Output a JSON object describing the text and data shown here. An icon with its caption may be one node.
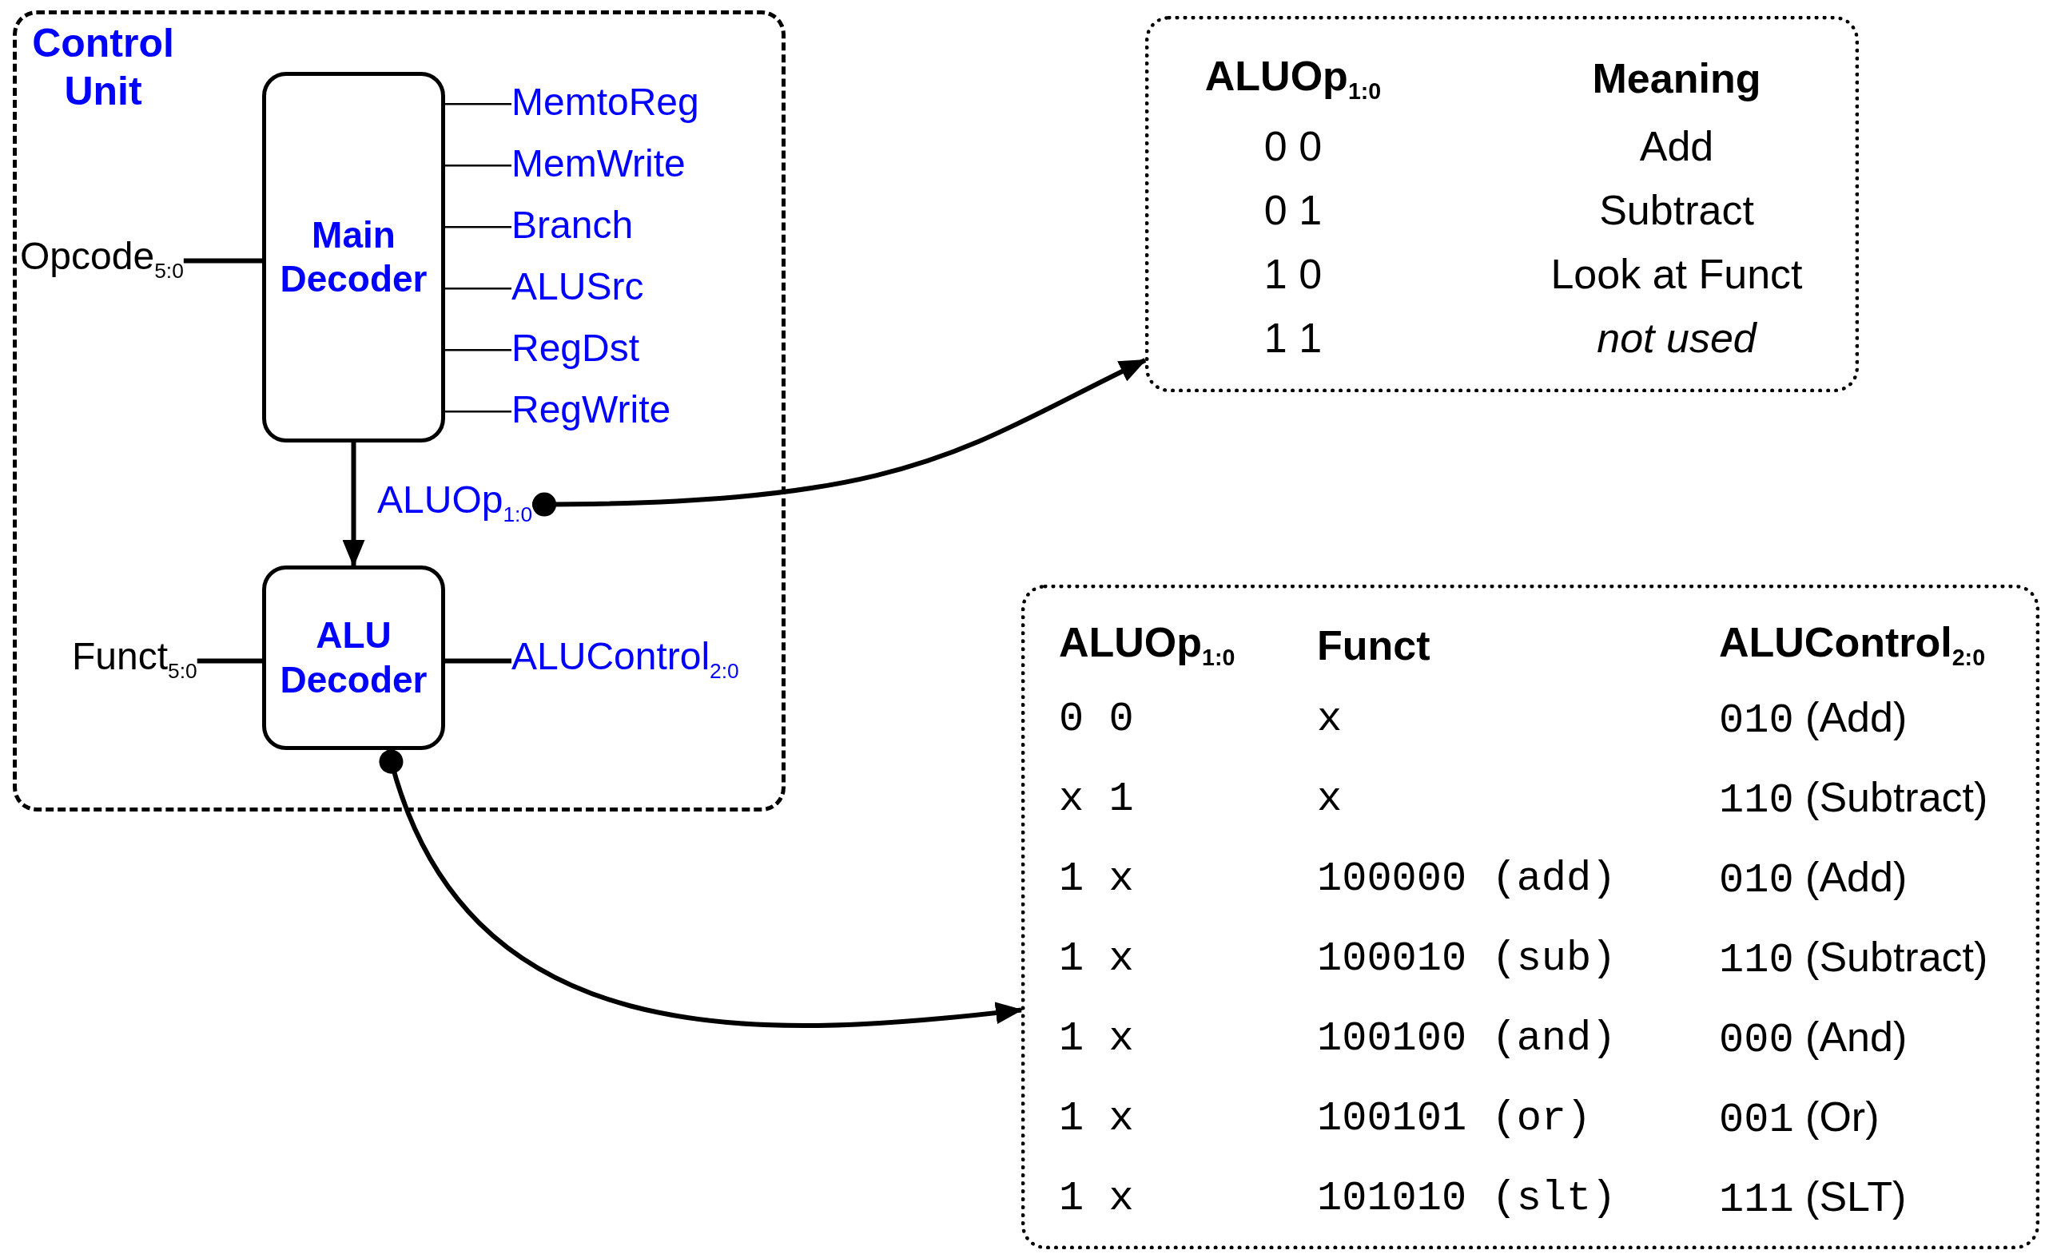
{
  "diagram": {
    "nodes": [
      {
        "text": [
          "Control Unit"
        ]
      },
      {
        "text": [
          "Main Decoder"
        ],
        "in": 0
      },
      {
        "text": [
          "ALU Decoder"
        ],
        "in": 0
      },
      {
        "text": [
          "Opcode$_{5:0}$"
        ],
        "in": 0
      },
      {
        "text": [
          "MemtoReg"
        ],
        "in": 0
      },
      {
        "text": [
          "MemWrite"
        ],
        "in": 0
      },
      {
        "text": [
          "Branch"
        ],
        "in": 0
      },
      {
        "text": [
          "ALUSrc"
        ],
        "in": 0
      },
      {
        "text": [
          "RegDst"
        ],
        "in": 0
      },
      {
        "text": [
          "RegWrite"
        ],
        "in": 0
      },
      {
        "text": [
          "ALUOp$_{1:0}$"
        ],
        "in": 0
      },
      {
        "text": [
          "Funct$_{5:0}$"
        ],
        "in": 0
      },
      {
        "text": [
          "ALUControl$_{2:0}$"
        ],
        "in": 0
      },
      {
        "text": [
          "ALUOp$_{1:0}$",
          "Meaning",
          "0 0",
          "Add",
          "0 1",
          "Subtract",
          "1 0",
          "Look at Funct",
          "1 1",
          "not used"
        ]
      },
      {
        "text": [
          "ALUOp$_{1:0}$",
          "Funct",
          "ALUControl$_{2:0}$",
          "0 0",
          "x",
          "010 (Add)",
          "x 1",
          "x",
          "110 (Subtract)",
          "1 x",
          "100000 (add)",
          "010 (Add)",
          "1 x",
          "100010 (sub)",
          "110 (Subtract)",
          "1 x",
          "100100 (and)",
          "000 (And)",
          "1 x",
          "100101 (or)",
          "001 (Or)",
          "1 x",
          "101010 (slt)",
          "111 (SLT)"
        ]
      }
    ],
    "edges": [
      {
        "from": 3,
        "to": 1,
        "arrow": "none"
      },
      {
        "from": 1,
        "to": 4,
        "arrow": "none"
      },
      {
        "from": 1,
        "to": 5,
        "arrow": "none"
      },
      {
        "from": 1,
        "to": 6,
        "arrow": "none"
      },
      {
        "from": 1,
        "to": 7,
        "arrow": "none"
      },
      {
        "from": 1,
        "to": 8,
        "arrow": "none"
      },
      {
        "from": 1,
        "to": 9,
        "arrow": "none"
      },
      {
        "from": 1,
        "to": 2,
        "arrow": "to"
      },
      {
        "from": 11,
        "to": 2,
        "arrow": "none"
      },
      {
        "from": 2,
        "to": 12,
        "arrow": "none"
      },
      {
        "from": 10,
        "to": 13,
        "arrow": "to"
      },
      {
        "from": 2,
        "to": 14,
        "arrow": "to"
      }
    ]
  }
}
